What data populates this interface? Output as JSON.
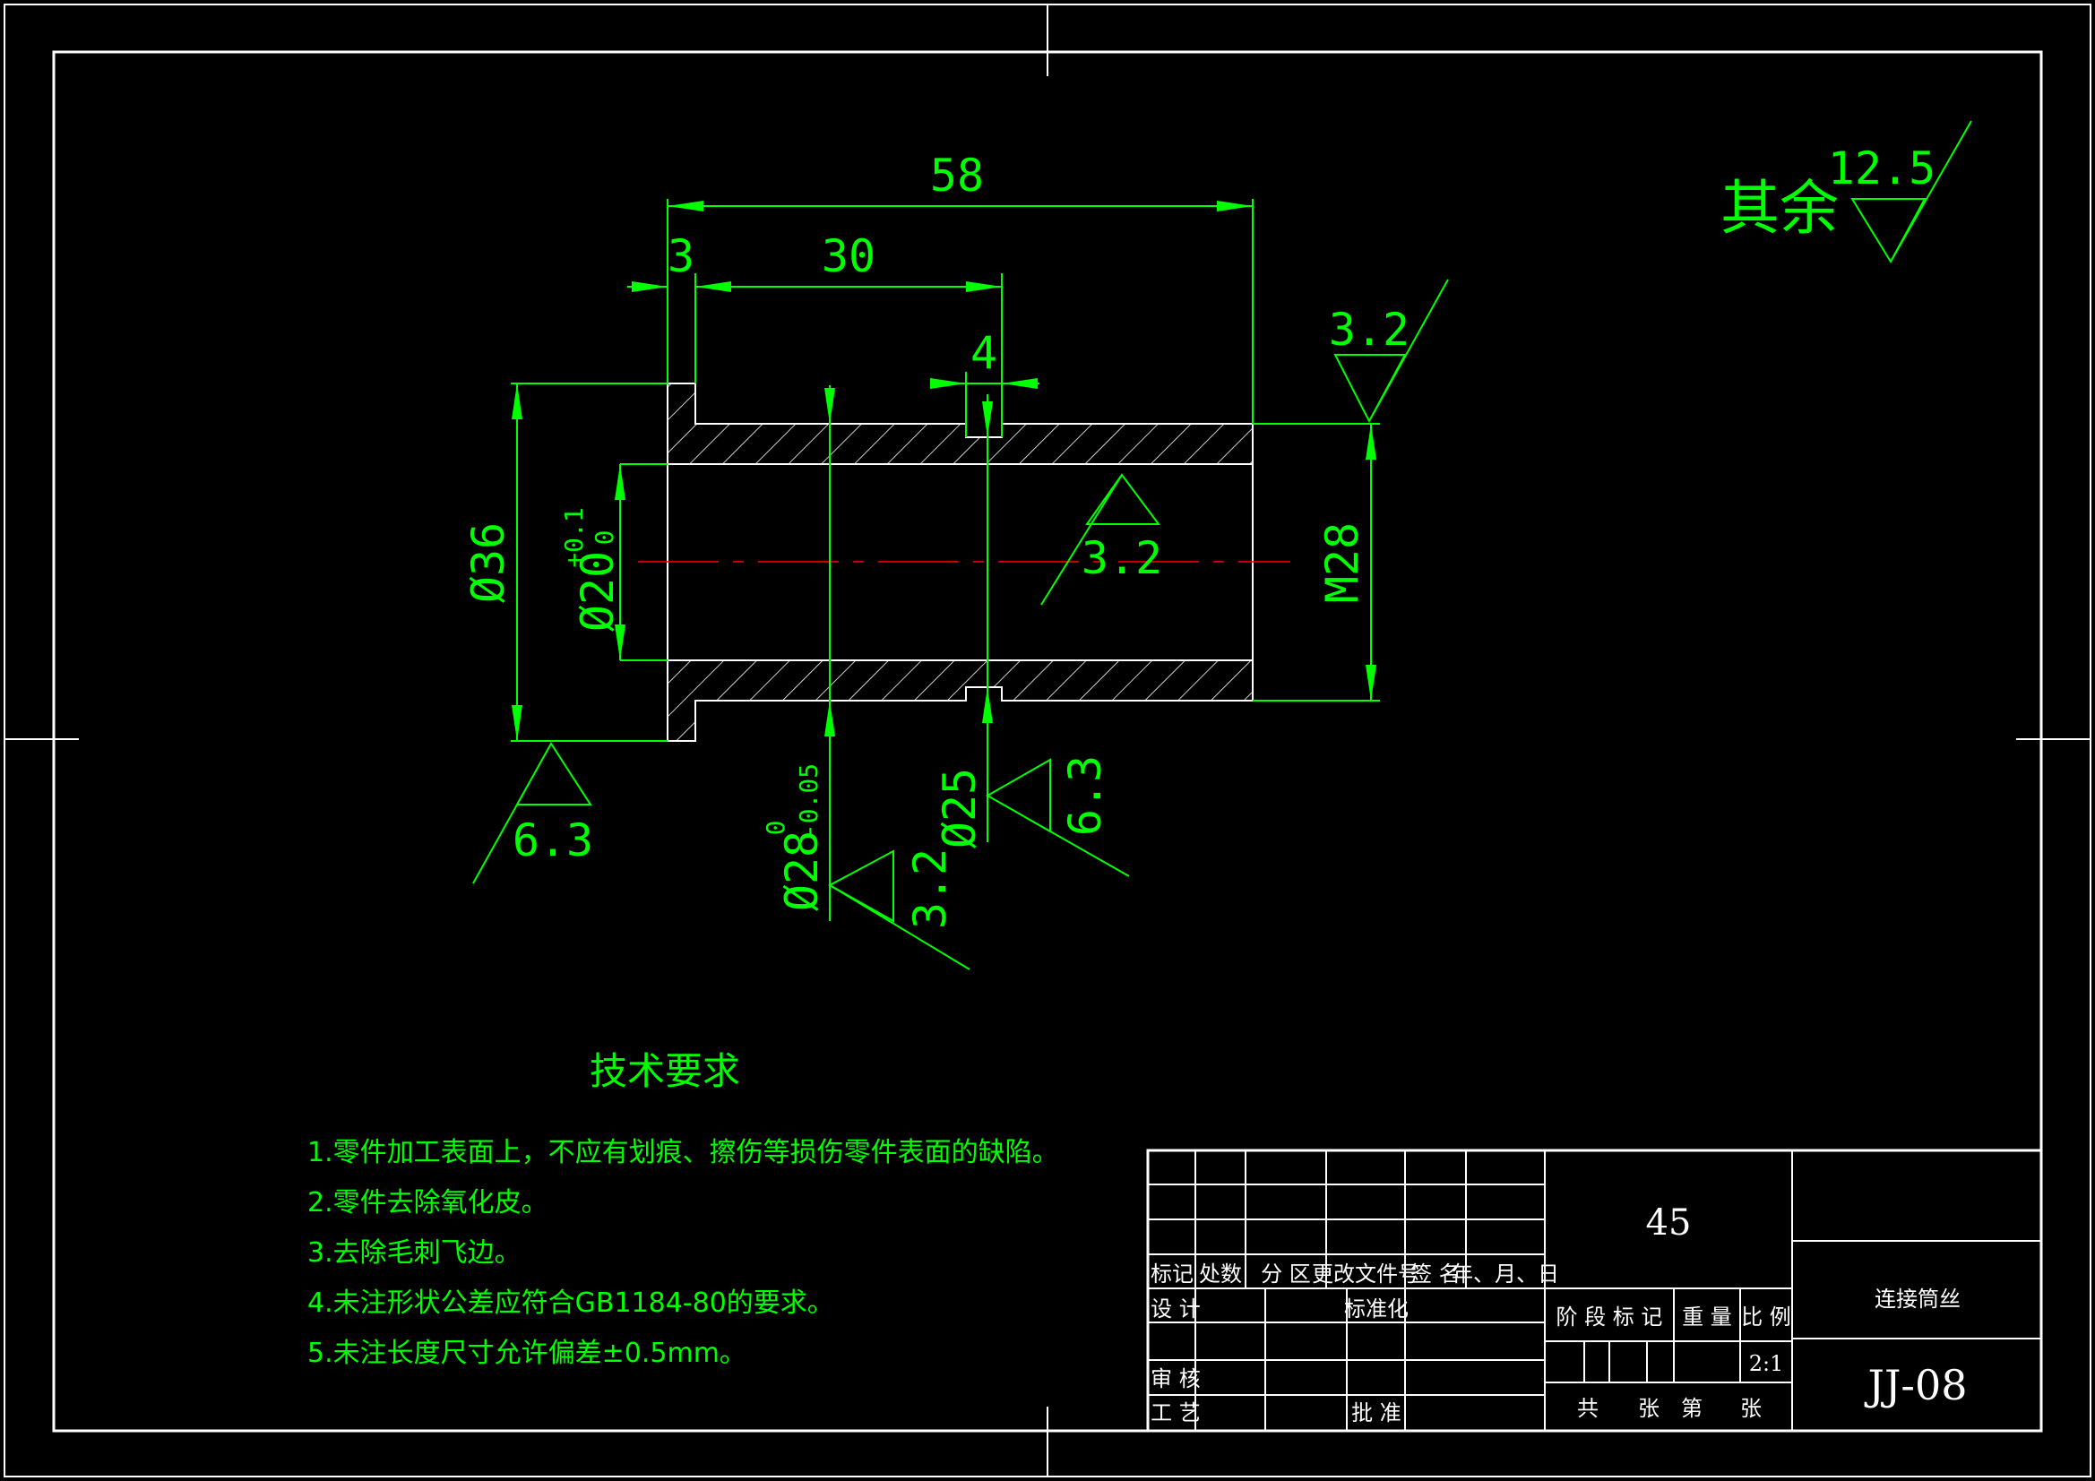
{
  "drawing": {
    "dimensions": {
      "overall_length": "58",
      "flange_width": "3",
      "to_groove": "30",
      "groove_width": "4",
      "flange_dia": "Ø36",
      "bore_dia": "Ø20",
      "bore_tol_upper": "+0.1",
      "bore_tol_lower": "0",
      "thread": "M28",
      "outer_dia": "Ø28",
      "outer_tol": "-0.05",
      "outer_tol_zero": "0",
      "groove_dia": "Ø25"
    },
    "roughness": {
      "general_label": "其余",
      "general_value": "12.5",
      "thread_end": "3.2",
      "bore": "3.2",
      "flange_face": "6.3",
      "outer": "3.2",
      "groove": "6.3"
    },
    "colors": {
      "lines": "#ffffff",
      "dims": "#00ff00",
      "centerline": "#ff0000",
      "background": "#000000"
    }
  },
  "tech_req": {
    "title": "技术要求",
    "items": [
      "1.零件加工表面上，不应有划痕、擦伤等损伤零件表面的缺陷。",
      "2.零件去除氧化皮。",
      "3.去除毛刺飞边。",
      "4.未注形状公差应符合GB1184-80的要求。",
      "5.未注长度尺寸允许偏差±0.5mm。"
    ]
  },
  "title_block": {
    "material": "45",
    "part_name": "连接筒丝",
    "drawing_no": "JJ-08",
    "scale": "2:1",
    "headers": {
      "mark": "标记",
      "count": "处数",
      "zone": "分 区",
      "change_doc": "更改文件号",
      "sign": "签 名",
      "date": "年、月、日"
    },
    "roles": {
      "design": "设 计",
      "standard": "标准化",
      "review": "审 核",
      "process": "工 艺",
      "approve": "批 准"
    },
    "stage_mark": "阶 段 标 记",
    "weight": "重 量",
    "ratio": "比 例",
    "sheets_total": "共",
    "sheets_unit": "张",
    "sheet_no": "第",
    "sheet_unit2": "张"
  }
}
